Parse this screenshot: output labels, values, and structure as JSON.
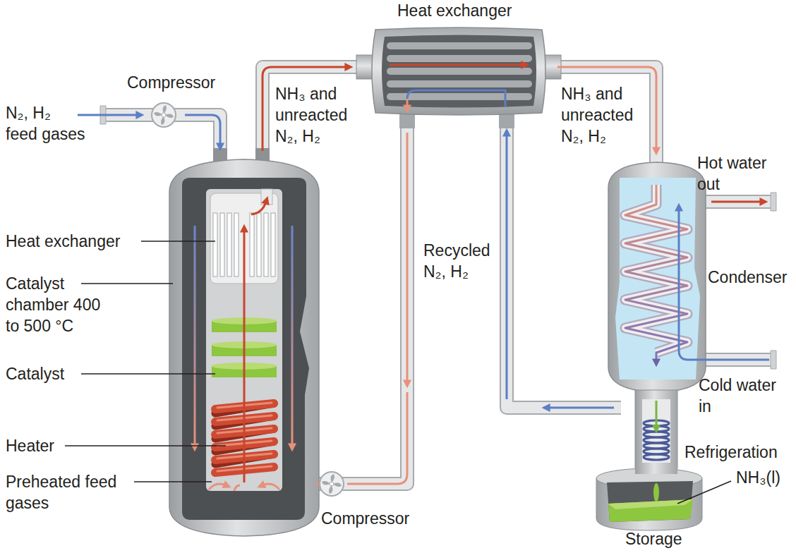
{
  "diagram": {
    "labels": [
      "N₂, H₂ feed gases",
      "Compressor",
      "Heat exchanger",
      "NH₃ and unreacted N₂, H₂",
      "NH₃ and unreacted N₂, H₂",
      "Hot water out",
      "Condenser",
      "Cold water in",
      "Recycled N₂, H₂",
      "Heat exchanger",
      "Catalyst chamber 400 to 500 °C",
      "Catalyst",
      "Heater",
      "Preheated feed gases",
      "Compressor",
      "Refrigeration",
      "NH₃(l)",
      "Storage"
    ]
  }
}
